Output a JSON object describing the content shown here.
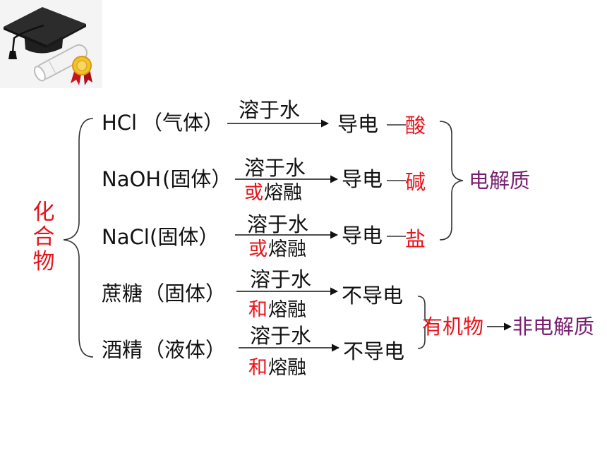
{
  "root": {
    "label_chars": [
      "化",
      "合",
      "物"
    ]
  },
  "compounds": [
    {
      "name": "HCl",
      "state": "（气体）",
      "cond_top": "溶于水",
      "cond_connector": "",
      "cond_bottom": "",
      "result": "导电",
      "category": "酸"
    },
    {
      "name": "NaOH",
      "state": "(固体）",
      "cond_top": "溶于水",
      "cond_connector": "或",
      "cond_bottom": "熔融",
      "result": "导电",
      "category": "碱"
    },
    {
      "name": "NaCl",
      "state": "(固体）",
      "cond_top": "溶于水",
      "cond_connector": "或",
      "cond_bottom": "熔融",
      "result": "导电",
      "category": "盐"
    },
    {
      "name": "蔗糖",
      "state": "（固体）",
      "cond_top": "溶于水",
      "cond_connector": "和",
      "cond_bottom": "熔融",
      "result": "不导电",
      "category": ""
    },
    {
      "name": "酒精",
      "state": "（液体）",
      "cond_top": "溶于水",
      "cond_connector": "和",
      "cond_bottom": "熔融",
      "result": "不导电",
      "category": ""
    }
  ],
  "groups": {
    "electrolyte": "电解质",
    "organic": "有机物",
    "non_electrolyte": "非电解质"
  },
  "colors": {
    "red": "#e8141b",
    "purple": "#7a1f6e",
    "text": "#111111"
  },
  "decoration": {
    "logo_icon": "graduation-cap-diploma-icon"
  }
}
